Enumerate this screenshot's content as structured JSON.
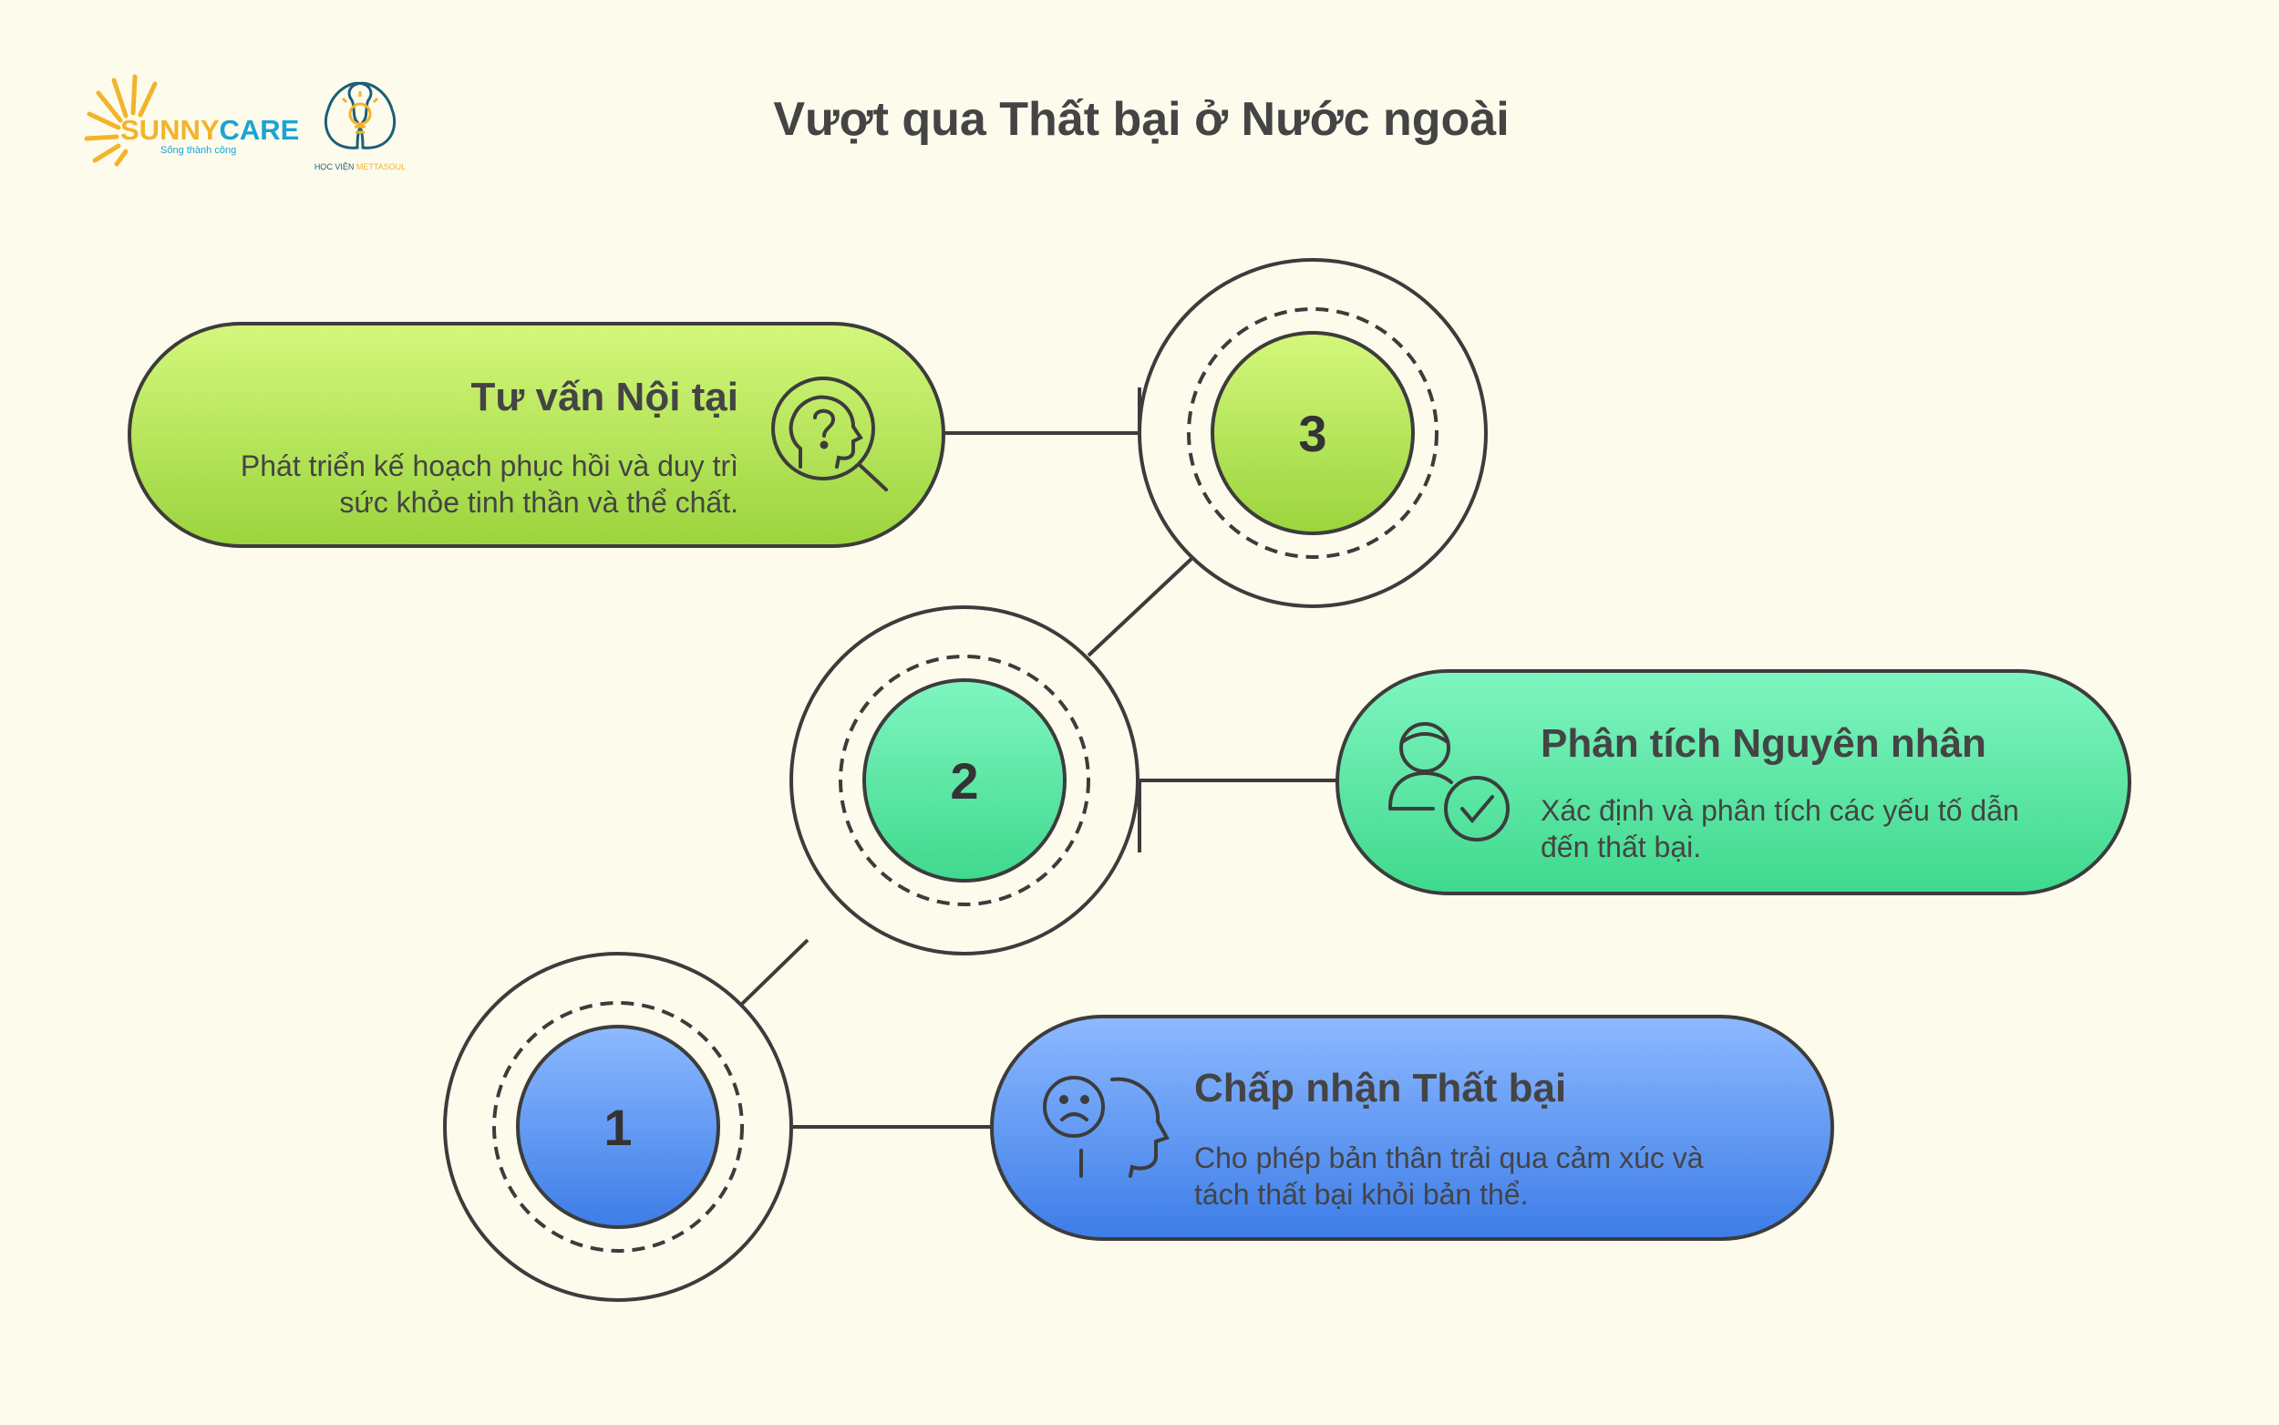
{
  "logos": {
    "sunnycare": {
      "name_part1": "SUNNY",
      "name_part2": "CARE",
      "tagline": "Sống thành công",
      "color_primary": "#1aa3d6",
      "color_sun": "#f2b42c"
    },
    "academy": {
      "text_prefix": "HỌC VIỆN ",
      "text_brand": "METTASOUL",
      "color_outline": "#1c5f7a",
      "color_bulb": "#f2b42c"
    }
  },
  "title": "Vượt qua Thất bại ở Nước ngoài",
  "steps": [
    {
      "number": "1",
      "heading": "Chấp nhận Thất bại",
      "desc_lines": [
        "Cho phép bản thân trải qua cảm xúc và",
        "tách thất bại khỏi bản thể."
      ],
      "icon": "sad-face-head-icon",
      "color_top": "#8db9ff",
      "color_bottom": "#3d7de8"
    },
    {
      "number": "2",
      "heading": "Phân tích Nguyên nhân",
      "desc_lines": [
        "Xác định và phân tích các yếu tố dẫn",
        "đến thất bại."
      ],
      "icon": "person-check-icon",
      "color_top": "#7ff5c0",
      "color_bottom": "#3fd98d"
    },
    {
      "number": "3",
      "heading": "Tư vấn Nội tại",
      "desc_lines": [
        "Phát triển kế hoạch phục hồi và duy trì",
        "sức khỏe tinh thần và thể chất."
      ],
      "icon": "head-question-magnifier-icon",
      "color_top": "#d4f77c",
      "color_bottom": "#9bd43d"
    }
  ],
  "colors": {
    "background": "#fdfbec",
    "outline": "#3c3c3c",
    "text": "#444444"
  }
}
